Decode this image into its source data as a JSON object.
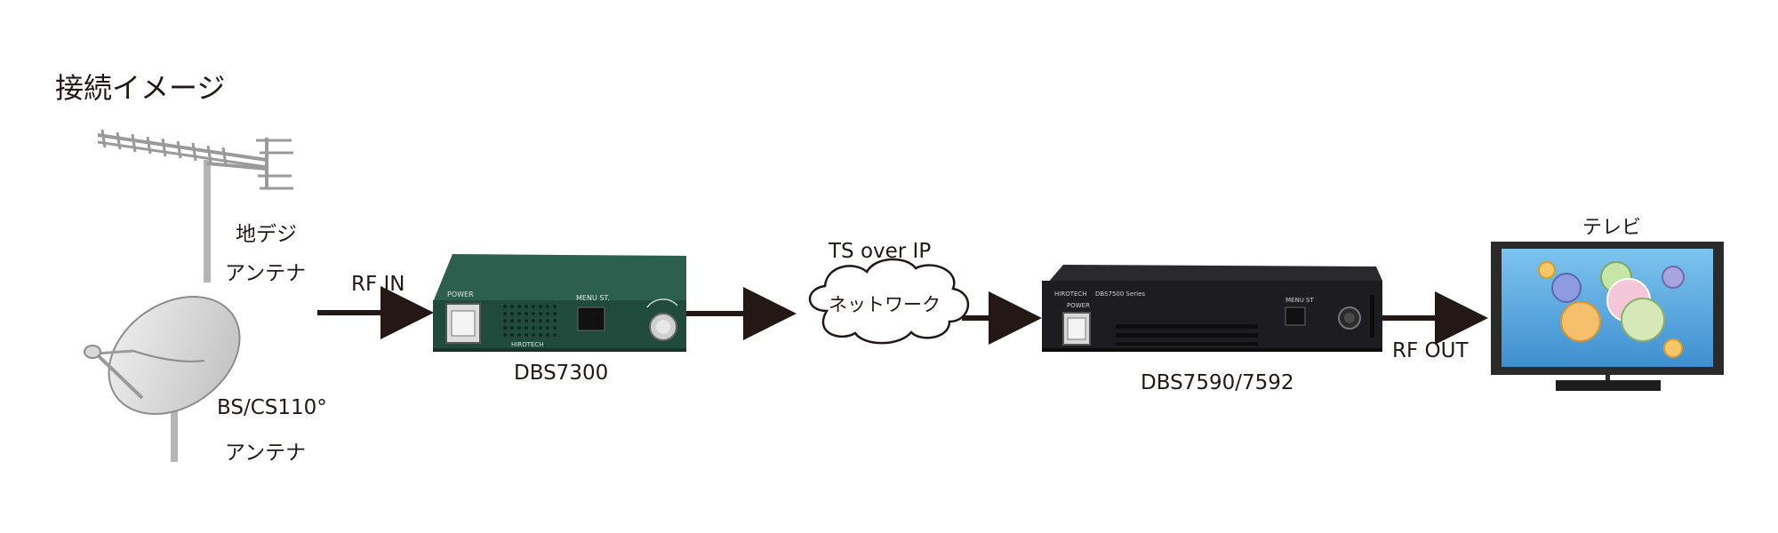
{
  "diagram": {
    "title": "接続イメージ",
    "terrestrial_antenna": {
      "line1": "地デジ",
      "line2": "アンテナ"
    },
    "satellite_antenna": {
      "line1": "BS/CS110°",
      "line2": "アンテナ"
    },
    "input_label": "RF IN",
    "encoder": {
      "name": "DBS7300",
      "panel_power": "POWER",
      "panel_menu": "MENU ST.",
      "brand": "HIROTECH"
    },
    "network": {
      "label_above": "TS over IP",
      "cloud_label": "ネットワーク"
    },
    "decoder": {
      "name": "DBS7590/7592",
      "panel_power": "POWER",
      "panel_menu": "MENU ST",
      "panel_series": "DBS7500 Series",
      "brand": "HIROTECH"
    },
    "output_label": "RF OUT",
    "tv": {
      "label": "テレビ"
    },
    "colors": {
      "arrow": "#231815",
      "encoder_body": "#1e4a3c",
      "decoder_body": "#1c1c1f",
      "tv_screen": "#5aa9e0"
    }
  }
}
